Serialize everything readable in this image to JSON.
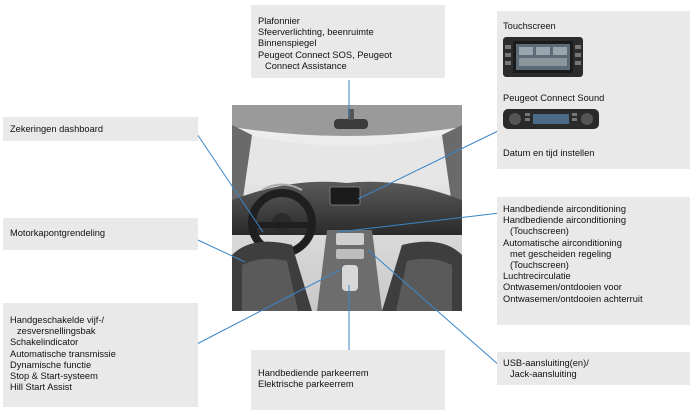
{
  "callouts": {
    "top": {
      "items": [
        {
          "text": "Plafonnier"
        },
        {
          "text": "Sfeerverlichting, beenruimte"
        },
        {
          "text": "Binnenspiegel"
        },
        {
          "text": "Peugeot Connect SOS, Peugeot"
        },
        {
          "text": "Connect Assistance",
          "indent": true
        }
      ]
    },
    "fuses": {
      "items": [
        {
          "text": "Zekeringen dashboard"
        }
      ]
    },
    "bonnet": {
      "items": [
        {
          "text": "Motorkapontgrendeling"
        }
      ]
    },
    "gearbox": {
      "items": [
        {
          "text": "Handgeschakelde vijf-/"
        },
        {
          "text": "zesversnellingsbak",
          "indent": true
        },
        {
          "text": "Schakelindicator"
        },
        {
          "text": "Automatische transmissie"
        },
        {
          "text": "Dynamische functie"
        },
        {
          "text": "Stop & Start-systeem"
        },
        {
          "text": "Hill Start Assist"
        }
      ]
    },
    "parking_brake": {
      "items": [
        {
          "text": "Handbediende parkeerrem"
        },
        {
          "text": "Elektrische parkeerrem"
        }
      ]
    },
    "touchscreen": {
      "title": "Touchscreen",
      "sound_label": "Peugeot Connect Sound",
      "datetime_label": "Datum en tijd instellen"
    },
    "climate": {
      "items": [
        {
          "text": "Handbediende airconditioning"
        },
        {
          "text": "Handbediende airconditioning"
        },
        {
          "text": "(Touchscreen)",
          "indent": true
        },
        {
          "text": "Automatische airconditioning"
        },
        {
          "text": "met gescheiden regeling",
          "indent": true
        },
        {
          "text": "(Touchscreen)",
          "indent": true
        },
        {
          "text": "Luchtrecirculatie"
        },
        {
          "text": "Ontwasemen/ontdooien voor"
        },
        {
          "text": "Ontwasemen/ontdooien achterruit"
        }
      ]
    },
    "usb": {
      "items": [
        {
          "text": "USB-aansluiting(en)/"
        },
        {
          "text": "Jack-aansluiting",
          "indent": true
        }
      ]
    }
  },
  "colors": {
    "callout_bg": "#e9e9e9",
    "leader_line": "#3a86c8",
    "interior_light": "#d8d8d8",
    "interior_dark": "#4a4a4a"
  }
}
